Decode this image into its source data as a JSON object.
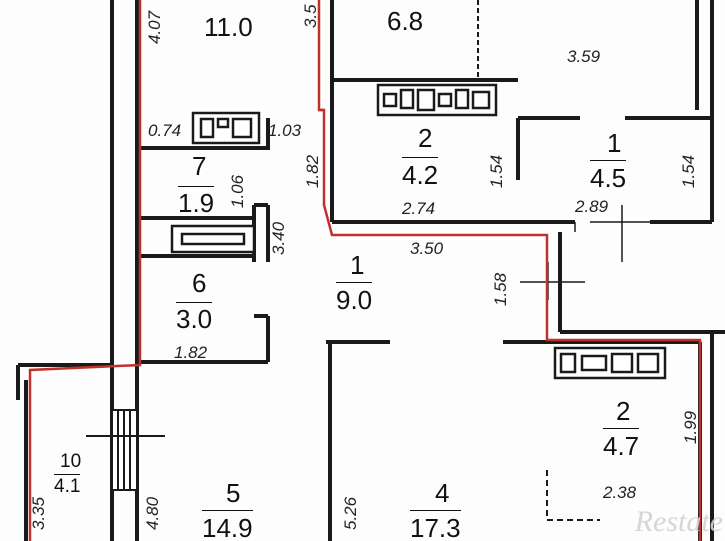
{
  "rooms": [
    {
      "id": "r11",
      "number": "",
      "area": "11.0"
    },
    {
      "id": "r68",
      "number": "",
      "area": "6.8"
    },
    {
      "id": "r2a",
      "number": "2",
      "area": "4.2"
    },
    {
      "id": "r1a",
      "number": "1",
      "area": "4.5"
    },
    {
      "id": "r7",
      "number": "7",
      "area": "1.9"
    },
    {
      "id": "r6",
      "number": "6",
      "area": "3.0"
    },
    {
      "id": "r1b",
      "number": "1",
      "area": "9.0"
    },
    {
      "id": "r2b",
      "number": "2",
      "area": "4.7"
    },
    {
      "id": "r10",
      "number": "10",
      "area": "4.1"
    },
    {
      "id": "r5",
      "number": "5",
      "area": "14.9"
    },
    {
      "id": "r4",
      "number": "4",
      "area": "17.3"
    }
  ],
  "dimensions": {
    "d_4_07": "4.07",
    "d_3_5": "3.5",
    "d_3_59": "3.59",
    "d_0_74": "0.74",
    "d_1_03": "1.03",
    "d_1_06": "1.06",
    "d_1_82a": "1.82",
    "d_1_54a": "1.54",
    "d_1_54b": "1.54",
    "d_2_74": "2.74",
    "d_2_89": "2.89",
    "d_3_40": "3.40",
    "d_3_50": "3.50",
    "d_1_58": "1.58",
    "d_1_82b": "1.82",
    "d_1_99": "1.99",
    "d_2_38": "2.38",
    "d_3_35": "3.35",
    "d_4_80": "4.80",
    "d_5_26": "5.26"
  },
  "watermark": "Restate",
  "colors": {
    "wall": "#1a1a1a",
    "boundary": "#c0302c",
    "background": "#fdfdfd"
  }
}
